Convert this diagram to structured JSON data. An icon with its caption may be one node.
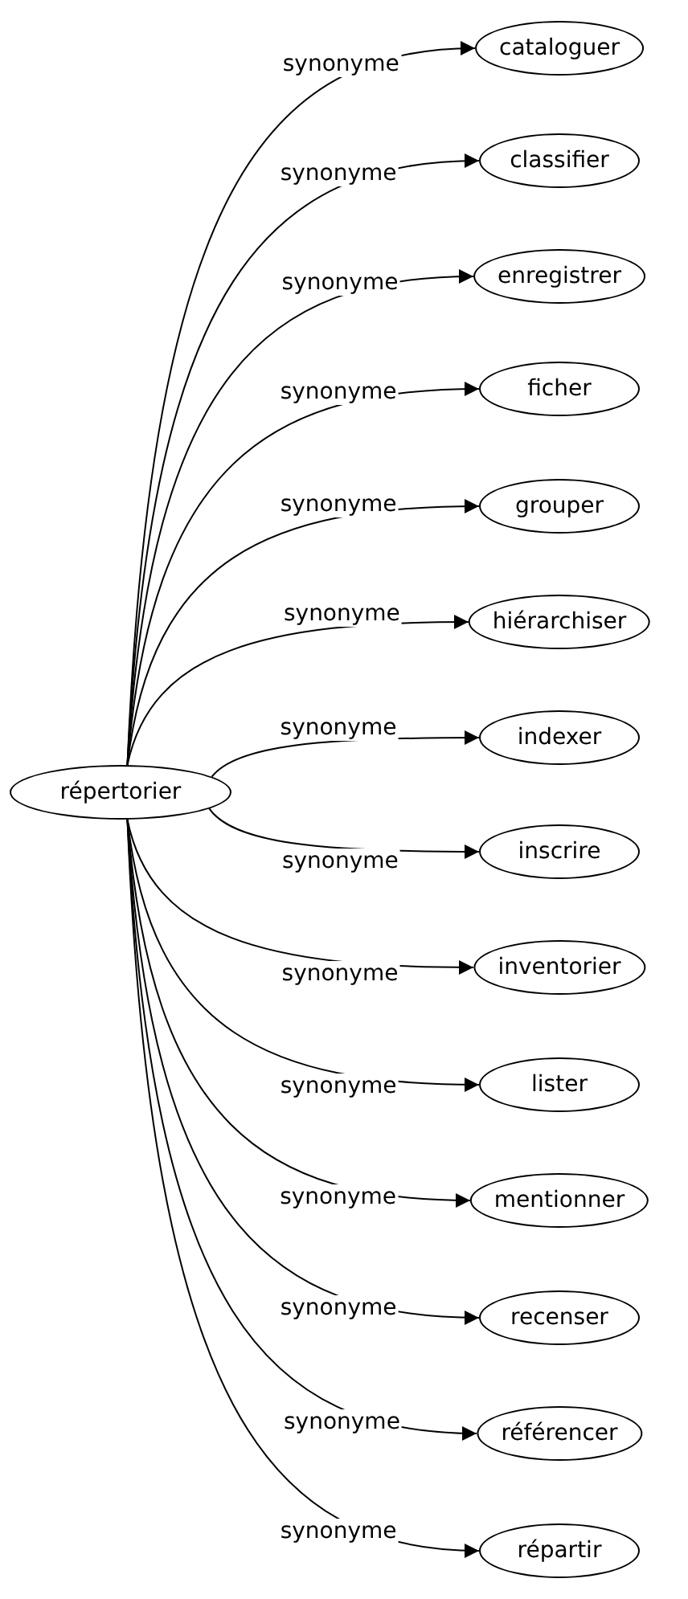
{
  "diagram": {
    "nodes": [
      {
        "text": [
          "répertorier"
        ]
      },
      {
        "text": [
          "cataloguer"
        ]
      },
      {
        "text": [
          "classifier"
        ]
      },
      {
        "text": [
          "enregistrer"
        ]
      },
      {
        "text": [
          "ficher"
        ]
      },
      {
        "text": [
          "grouper"
        ]
      },
      {
        "text": [
          "hiérarchiser"
        ]
      },
      {
        "text": [
          "indexer"
        ]
      },
      {
        "text": [
          "inscrire"
        ]
      },
      {
        "text": [
          "inventorier"
        ]
      },
      {
        "text": [
          "lister"
        ]
      },
      {
        "text": [
          "mentionner"
        ]
      },
      {
        "text": [
          "recenser"
        ]
      },
      {
        "text": [
          "référencer"
        ]
      },
      {
        "text": [
          "répartir"
        ]
      }
    ],
    "edges": [
      {
        "from": 0,
        "to": 1,
        "arrow": "to",
        "label": "synonyme"
      },
      {
        "from": 0,
        "to": 2,
        "arrow": "to",
        "label": "synonyme"
      },
      {
        "from": 0,
        "to": 3,
        "arrow": "to",
        "label": "synonyme"
      },
      {
        "from": 0,
        "to": 4,
        "arrow": "to",
        "label": "synonyme"
      },
      {
        "from": 0,
        "to": 5,
        "arrow": "to",
        "label": "synonyme"
      },
      {
        "from": 0,
        "to": 6,
        "arrow": "to",
        "label": "synonyme"
      },
      {
        "from": 0,
        "to": 7,
        "arrow": "to",
        "label": "synonyme"
      },
      {
        "from": 0,
        "to": 8,
        "arrow": "to",
        "label": "synonyme"
      },
      {
        "from": 0,
        "to": 9,
        "arrow": "to",
        "label": "synonyme"
      },
      {
        "from": 0,
        "to": 10,
        "arrow": "to",
        "label": "synonyme"
      },
      {
        "from": 0,
        "to": 11,
        "arrow": "to",
        "label": "synonyme"
      },
      {
        "from": 0,
        "to": 12,
        "arrow": "to",
        "label": "synonyme"
      },
      {
        "from": 0,
        "to": 13,
        "arrow": "to",
        "label": "synonyme"
      },
      {
        "from": 0,
        "to": 14,
        "arrow": "to",
        "label": "synonyme"
      }
    ]
  }
}
